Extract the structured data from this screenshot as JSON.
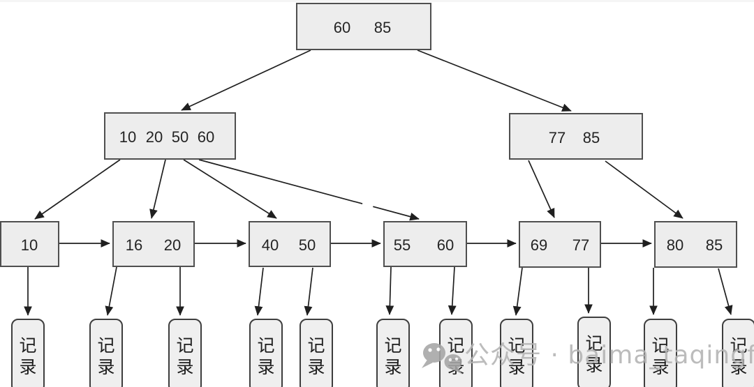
{
  "tree": {
    "root": {
      "keys": [
        "60",
        "85"
      ]
    },
    "internal": [
      {
        "keys": [
          "10",
          "20",
          "50",
          "60"
        ]
      },
      {
        "keys": [
          "77",
          "85"
        ]
      }
    ],
    "leaves": [
      {
        "keys": [
          "10"
        ]
      },
      {
        "keys": [
          "16",
          "20"
        ]
      },
      {
        "keys": [
          "40",
          "50"
        ]
      },
      {
        "keys": [
          "55",
          "60"
        ]
      },
      {
        "keys": [
          "69",
          "77"
        ]
      },
      {
        "keys": [
          "80",
          "85"
        ]
      }
    ],
    "record_label": "记录",
    "record_count": 11
  },
  "watermark": {
    "text": "公众号 · baima_taqingfeng",
    "icon": "wechat-logo",
    "color": "#b3b3b3"
  },
  "colors": {
    "node_fill": "#ededed",
    "node_border": "#4f4f4f",
    "edge": "#1f1f1f",
    "key_text": "#242424",
    "background": "#ffffff"
  }
}
